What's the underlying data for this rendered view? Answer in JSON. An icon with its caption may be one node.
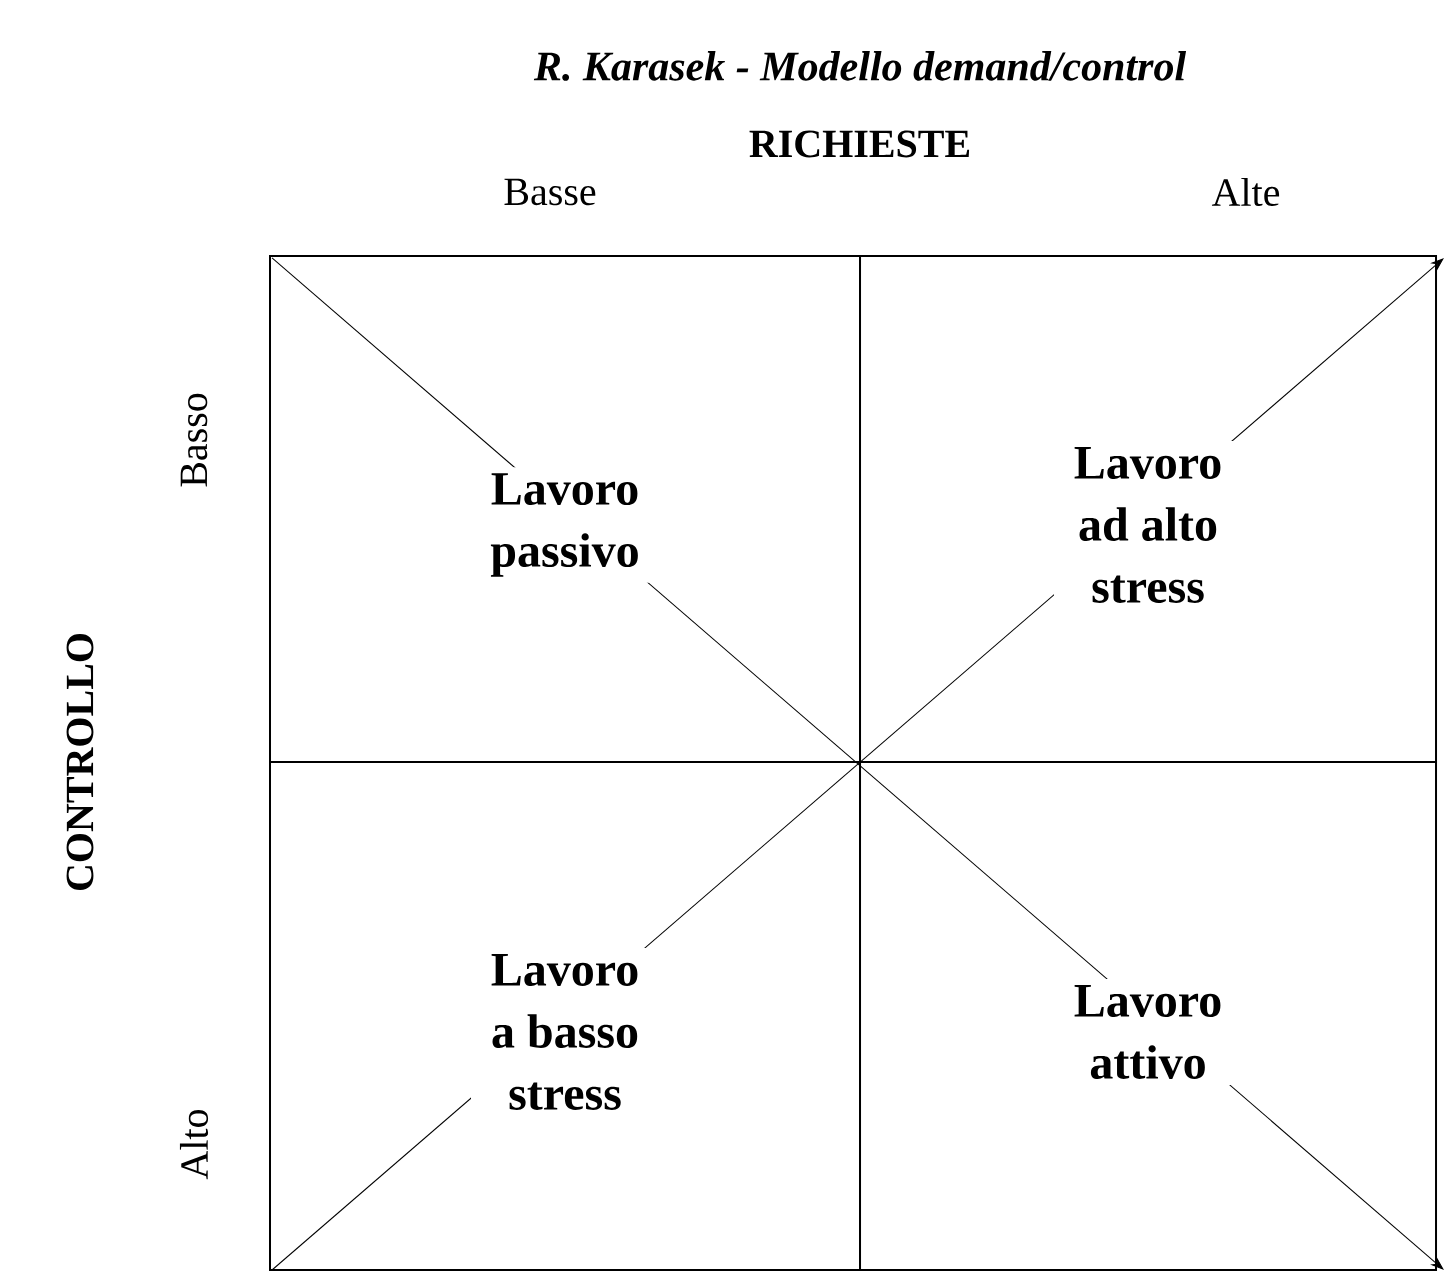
{
  "diagram": {
    "title": "R. Karasek - Modello demand/control",
    "nodes": [
      {
        "text": [
          "Lavoro passivo"
        ]
      },
      {
        "text": [
          "Lavoro ad alto stress"
        ]
      },
      {
        "text": [
          "Lavoro a basso stress"
        ]
      },
      {
        "text": [
          "Lavoro attivo"
        ]
      }
    ],
    "labels": [
      "RICHIESTE",
      "Basse",
      "Alte",
      "CONTROLLO",
      "Basso",
      "Alto"
    ]
  }
}
